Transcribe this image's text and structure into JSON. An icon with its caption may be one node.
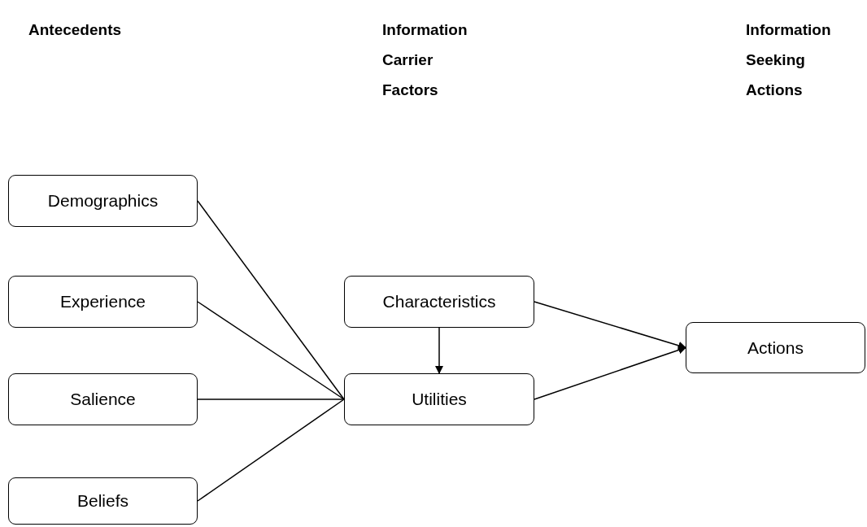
{
  "diagram": {
    "nodes": [
      {
        "text": [
          "Demographics"
        ]
      },
      {
        "text": [
          "Experience"
        ]
      },
      {
        "text": [
          "Salience"
        ]
      },
      {
        "text": [
          "Beliefs"
        ]
      },
      {
        "text": [
          "Characteristics"
        ]
      },
      {
        "text": [
          "Utilities"
        ]
      },
      {
        "text": [
          "Actions"
        ]
      }
    ],
    "edges": [
      {
        "from": 0,
        "to": 5,
        "arrow": "none"
      },
      {
        "from": 1,
        "to": 5,
        "arrow": "none"
      },
      {
        "from": 2,
        "to": 5,
        "arrow": "none"
      },
      {
        "from": 3,
        "to": 5,
        "arrow": "none"
      },
      {
        "from": 4,
        "to": 5,
        "arrow": "to"
      },
      {
        "from": 4,
        "to": 6,
        "arrow": "to"
      },
      {
        "from": 5,
        "to": 6,
        "arrow": "to"
      }
    ],
    "labels": [
      "Antecedents",
      "Information Carrier Factors",
      "Information Seeking Actions"
    ]
  }
}
